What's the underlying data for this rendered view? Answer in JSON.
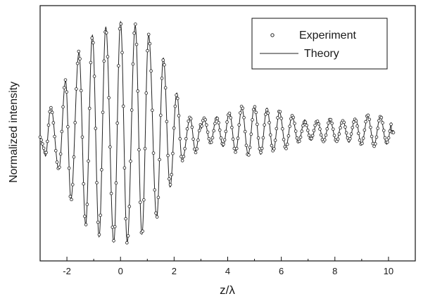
{
  "chart_data": {
    "type": "line",
    "title": "",
    "xlabel": "z/λ",
    "ylabel": "Normalized intensity",
    "xlim": [
      -3,
      11
    ],
    "ylim": [
      -0.95,
      0.95
    ],
    "x_ticks": [
      -2,
      0,
      2,
      4,
      6,
      8,
      10
    ],
    "x_tick_labels": [
      "-2",
      "0",
      "2",
      "4",
      "6",
      "8",
      "10"
    ],
    "y_ticks": [],
    "grid": false,
    "legend": {
      "position": "top-right",
      "entries": [
        {
          "label": "Experiment",
          "marker": "open-circle"
        },
        {
          "label": "Theory",
          "marker": "line"
        }
      ]
    },
    "series": [
      {
        "name": "Theory",
        "kind": "line",
        "color": "#222222",
        "x_range": [
          -3,
          10.2
        ],
        "description_model": "chirped interference fringes: Gaussian-envelope central packet (amplitude ~0.83, width ~1.6) plus far-field ripple (amplitude ~0.16) for z > 2.5; fringe spacing ~0.55"
      },
      {
        "name": "Experiment",
        "kind": "scatter",
        "marker": "open-circle",
        "color": "#222222",
        "x_range": [
          -3,
          10.2
        ]
      }
    ],
    "key_points": [
      {
        "x": -2.8,
        "y": -0.17
      },
      {
        "x": -2.6,
        "y": 0.2
      },
      {
        "x": -2.3,
        "y": -0.27
      },
      {
        "x": -2.05,
        "y": 0.39
      },
      {
        "x": -1.85,
        "y": -0.49
      },
      {
        "x": -1.55,
        "y": 0.6
      },
      {
        "x": -1.3,
        "y": -0.68
      },
      {
        "x": -1.05,
        "y": 0.73
      },
      {
        "x": -0.8,
        "y": -0.77
      },
      {
        "x": -0.55,
        "y": 0.79
      },
      {
        "x": -0.25,
        "y": -0.81
      },
      {
        "x": 0.0,
        "y": 0.83
      },
      {
        "x": 0.25,
        "y": -0.81
      },
      {
        "x": 0.55,
        "y": 0.8
      },
      {
        "x": 0.8,
        "y": -0.75
      },
      {
        "x": 1.05,
        "y": 0.73
      },
      {
        "x": 1.35,
        "y": -0.63
      },
      {
        "x": 1.6,
        "y": 0.56
      },
      {
        "x": 1.85,
        "y": -0.4
      },
      {
        "x": 2.1,
        "y": 0.3
      },
      {
        "x": 2.3,
        "y": -0.2
      },
      {
        "x": 2.6,
        "y": 0.11
      },
      {
        "x": 2.8,
        "y": -0.13
      },
      {
        "x": 3.0,
        "y": 0.07
      },
      {
        "x": 5.0,
        "y": 0.17
      },
      {
        "x": 7.0,
        "y": 0.05
      },
      {
        "x": 9.2,
        "y": 0.12
      },
      {
        "x": 10.1,
        "y": 0.02
      }
    ]
  },
  "colors": {
    "axis": "#111111",
    "line": "#222222",
    "marker_stroke": "#222222",
    "background": "#ffffff"
  }
}
